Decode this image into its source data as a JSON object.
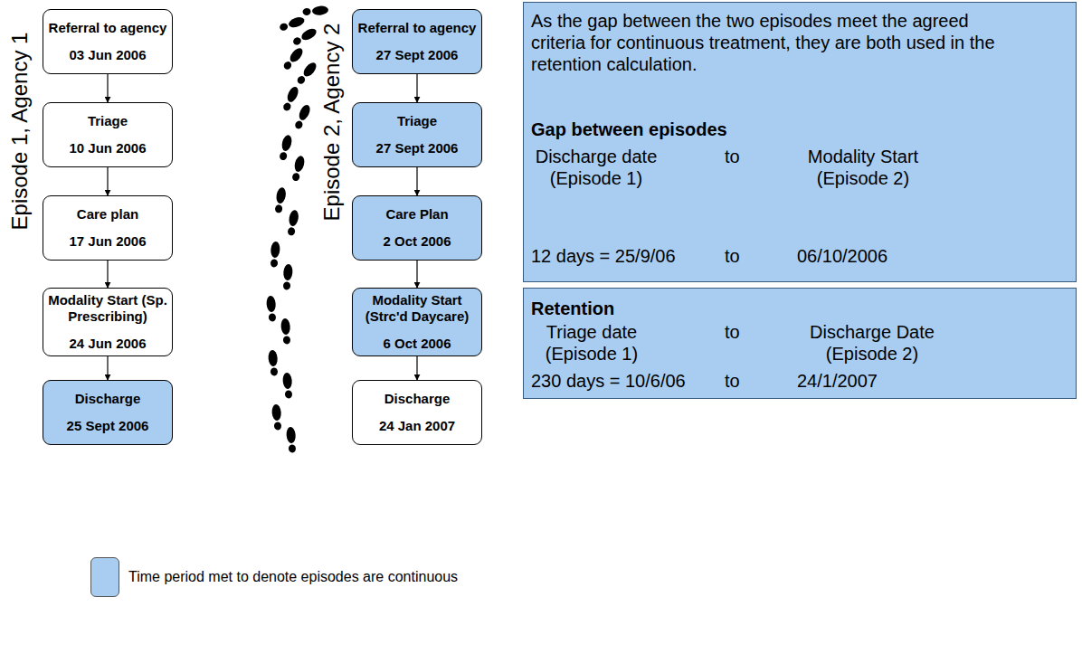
{
  "diagram": {
    "nodes": [
      {
        "text": [
          "Referral to agency",
          "03 Jun 2006"
        ]
      },
      {
        "text": [
          "Triage",
          "10 Jun 2006"
        ]
      },
      {
        "text": [
          "Care plan",
          "17 Jun 2006"
        ]
      },
      {
        "text": [
          "Modality Start (Sp. Prescribing)",
          "24 Jun 2006"
        ]
      },
      {
        "text": [
          "Discharge",
          "25 Sept 2006"
        ]
      },
      {
        "text": [
          "Referral to agency",
          "27 Sept 2006"
        ]
      },
      {
        "text": [
          "Triage",
          "27 Sept 2006"
        ]
      },
      {
        "text": [
          "Care Plan",
          "2 Oct 2006"
        ]
      },
      {
        "text": [
          "Modality Start (Strc'd Daycare)",
          "6 Oct 2006"
        ]
      },
      {
        "text": [
          "Discharge",
          "24 Jan 2007"
        ]
      },
      {
        "text": [
          "As the gap between the two episodes meet the agreed criteria for continuous treatment, they are both used in the retention calculation.",
          "Gap between episodes",
          "Discharge date (Episode 1)",
          "to",
          "Modality Start (Episode 2)",
          "12 days = 25/9/06",
          "to",
          "06/10/2006"
        ]
      },
      {
        "text": [
          "Retention",
          "Triage date (Episode 1)",
          "to",
          "Discharge Date (Episode 2)",
          "230 days = 10/6/06",
          "to",
          "24/1/2007"
        ]
      }
    ],
    "edges": [
      {
        "from": 0,
        "to": 1,
        "arrow": "to"
      },
      {
        "from": 1,
        "to": 2,
        "arrow": "to"
      },
      {
        "from": 2,
        "to": 3,
        "arrow": "to"
      },
      {
        "from": 3,
        "to": 4,
        "arrow": "to"
      },
      {
        "from": 5,
        "to": 6,
        "arrow": "to"
      },
      {
        "from": 6,
        "to": 7,
        "arrow": "to"
      },
      {
        "from": 7,
        "to": 8,
        "arrow": "to"
      },
      {
        "from": 8,
        "to": 9,
        "arrow": "to"
      }
    ],
    "labels": [
      "Episode 1, Agency 1",
      "Episode 2, Agency 2"
    ],
    "legend": [
      {
        "text": "Time period met to denote episodes are continuous",
        "color": "#a9cdf1"
      }
    ]
  }
}
